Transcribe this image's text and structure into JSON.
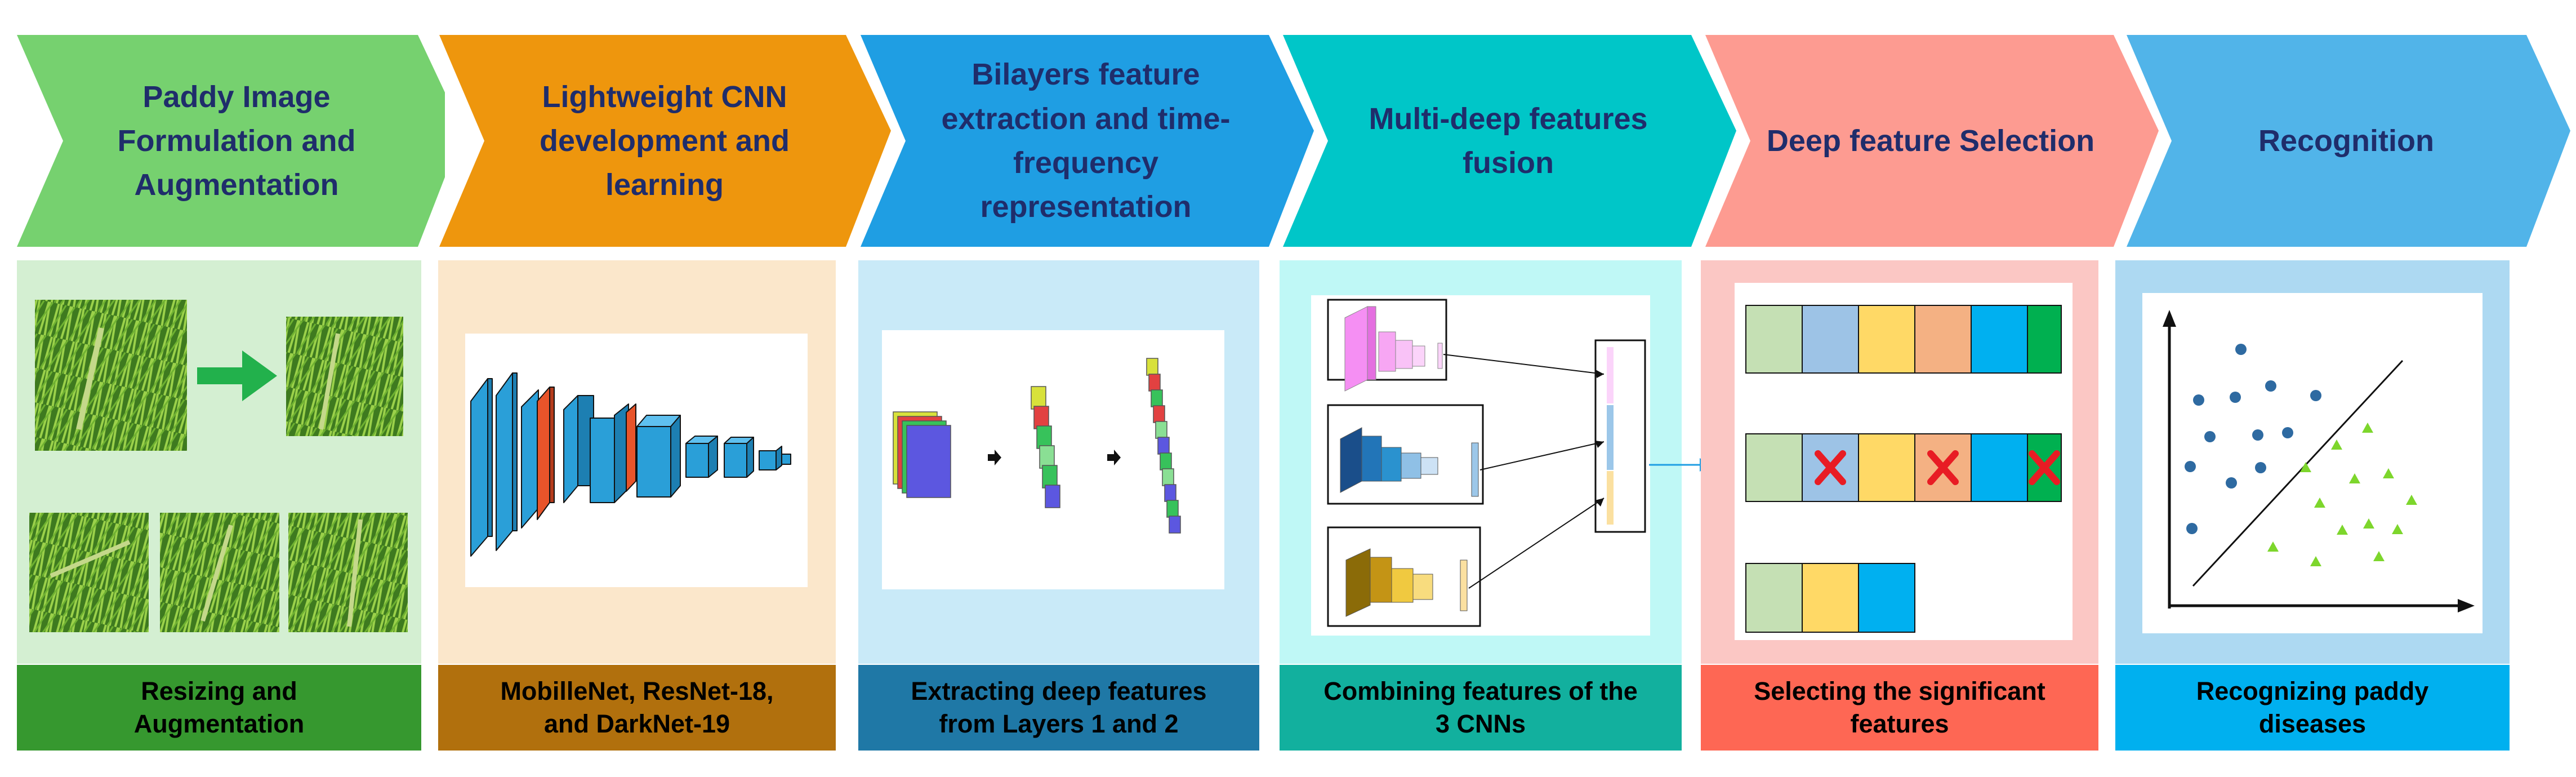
{
  "stages": [
    {
      "title": "Paddy Image\nFormulation and\nAugmentation",
      "caption": "Resizing and\nAugmentation",
      "chevron_color": "#76d16f",
      "panel_color": "#d4efd2",
      "caption_color": "#36982f"
    },
    {
      "title": "Lightweight CNN\ndevelopment and\nlearning",
      "caption": "MobilleNet, ResNet-18,\nand DarkNet-19",
      "chevron_color": "#ee960d",
      "panel_color": "#fbe7cb",
      "caption_color": "#b1700d"
    },
    {
      "title": "Bilayers feature\nextraction and time-\nfrequency\nrepresentation",
      "caption": "Extracting deep features\nfrom Layers 1 and 2",
      "chevron_color": "#1f9ee3",
      "panel_color": "#c9eaf8",
      "caption_color": "#1f78a6"
    },
    {
      "title": "Multi-deep features\nfusion",
      "caption": "Combining features of the\n3 CNNs",
      "chevron_color": "#00c6c8",
      "panel_color": "#bff8f6",
      "caption_color": "#12b09e"
    },
    {
      "title": "Deep feature Selection",
      "caption": "Selecting the significant\nfeatures",
      "chevron_color": "#fd9b91",
      "panel_color": "#fbc7c4",
      "caption_color": "#fe6754"
    },
    {
      "title": "Recognition",
      "caption": "Recognizing paddy\ndiseases",
      "chevron_color": "#51b4e9",
      "panel_color": "#add9f2",
      "caption_color": "#00b0ef"
    }
  ],
  "colors": {
    "title_text": "#1f2d6b",
    "grass_dark": "#3e7a1f",
    "grass_light": "#9bd14a",
    "arrow_green": "#22b14c",
    "cnn_blue": "#2a9fd8",
    "cnn_orange": "#e8542a",
    "cross_red": "#e81c24",
    "dot_blue": "#2e6aa1",
    "triangle_green": "#7dd62c"
  },
  "icons": [
    "arrow-right-icon",
    "cross-icon",
    "scatter-plot-icon"
  ]
}
